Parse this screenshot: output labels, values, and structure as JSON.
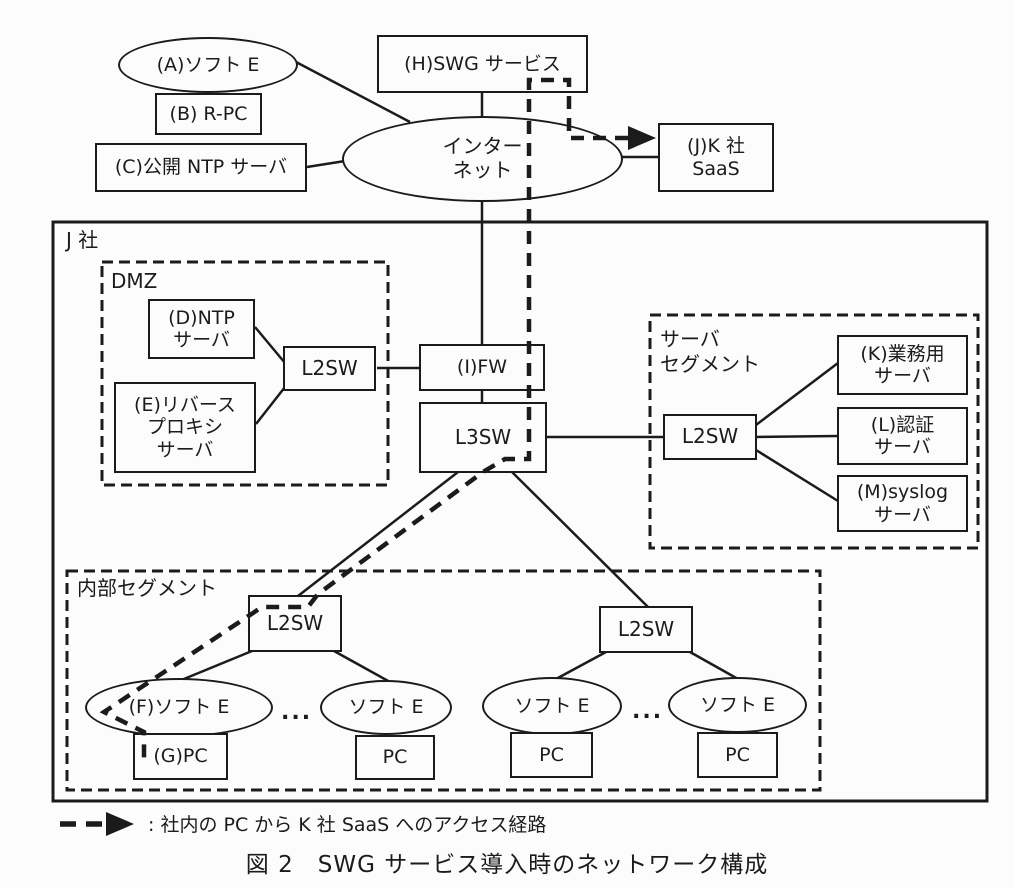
{
  "colors": {
    "ink": "#1b1b1b",
    "paper": "#fcfcfc"
  },
  "zones": {
    "j_company": "J 社",
    "dmz": "DMZ",
    "server_segment": "サーバ\nセグメント",
    "internal_segment": "内部セグメント"
  },
  "nodes": {
    "a_soft_e": "(A)ソフト E",
    "b_r_pc": "(B) R-PC",
    "c_public_ntp": "(C)公開 NTP サーバ",
    "h_swg": "(H)SWG サービス",
    "internet": "インター\nネット",
    "j_k_saas": "(J)K 社\nSaaS",
    "d_ntp": "(D)NTP\nサーバ",
    "e_reverse_proxy": "(E)リバース\nプロキシ\nサーバ",
    "i_fw": "(I)FW",
    "l3sw": "L3SW",
    "l2sw": "L2SW",
    "k_business": "(K)業務用\nサーバ",
    "l_auth": "(L)認証\nサーバ",
    "m_syslog": "(M)syslog\nサーバ",
    "f_soft_e": "(F)ソフト E",
    "g_pc": "(G)PC",
    "soft_e": "ソフト E",
    "pc": "PC",
    "ellipsis": "..."
  },
  "legend": {
    "route_label": ": 社内の PC から K 社 SaaS へのアクセス経路"
  },
  "caption": "図 2　SWG サービス導入時のネットワーク構成"
}
